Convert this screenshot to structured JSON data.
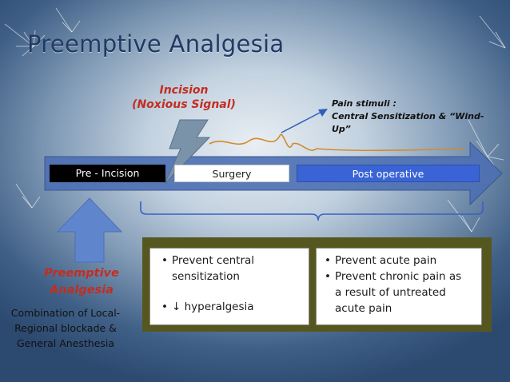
{
  "title": "Preemptive Analgesia",
  "incision": {
    "line1": "Incision",
    "line2": "(Noxious Signal)"
  },
  "pain_stimuli": {
    "line1": "Pain stimuli :",
    "line2": "Central Sensitization & “Wind-",
    "line3": "Up”"
  },
  "timeline": {
    "pre": "Pre - Incision",
    "surgery": "Surgery",
    "post": "Post operative"
  },
  "preemptive": {
    "line1": "Preemptive",
    "line2": "Analgesia"
  },
  "combination": "Combination of Local-Regional blockade & General Anesthesia",
  "left_box": {
    "item1_line1": "Prevent central",
    "item1_line2": "sensitization",
    "item2_arrow": "↓",
    "item2_text": "hyperalgesia"
  },
  "right_box": {
    "item1": "Prevent acute pain",
    "item2_line1": "Prevent chronic pain as",
    "item2_line2": "a result of untreated",
    "item2_line3": "acute pain"
  },
  "bullet": "•",
  "colors": {
    "title": "#1f3a63",
    "red_label": "#c42d20",
    "timeline_arrow": "#4d6fb3",
    "post_bar": "#3a64d6",
    "olive_panel": "#55571f",
    "bolt": "#7b93a9",
    "squiggle": "#d38a2a",
    "stimulus_arrow": "#2e5fb8"
  },
  "icons": {
    "lightning": "lightning-bolt-icon",
    "up_arrow": "block-up-arrow-icon",
    "brace": "curly-brace-icon"
  }
}
